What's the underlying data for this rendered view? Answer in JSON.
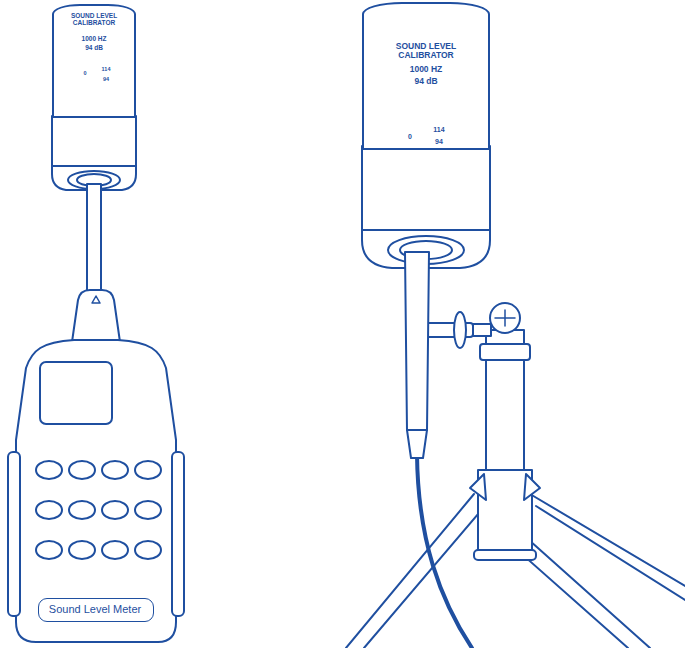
{
  "diagram": {
    "nodes": [
      {
        "text": [
          "SOUND LEVEL CALIBRATOR",
          "1000 HZ",
          "94 dB",
          "0",
          "114",
          "94"
        ]
      },
      {
        "text": [
          "Sound Level Meter"
        ]
      },
      {
        "text": [
          "SOUND LEVEL CALIBRATOR",
          "1000 HZ",
          "94 dB",
          "0",
          "114",
          "94"
        ]
      }
    ],
    "edges": []
  }
}
